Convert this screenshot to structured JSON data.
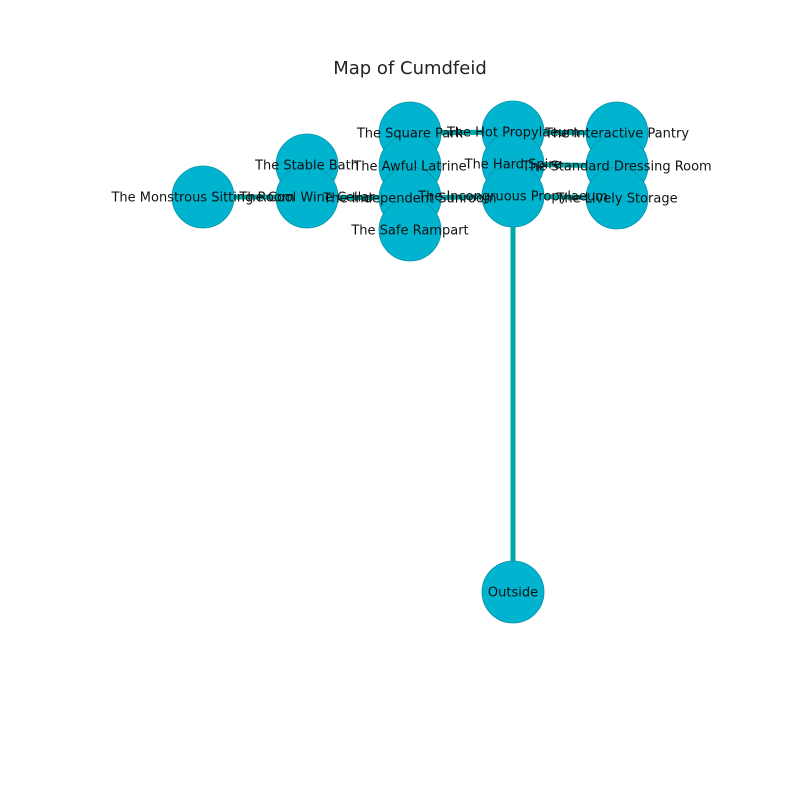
{
  "title": "Map of Cumdfeid",
  "colors": {
    "node_fill": "#00b4d0",
    "node_stroke": "#0893a8",
    "edge": "#00a7a7",
    "label": "#111111",
    "background": "#ffffff"
  },
  "nodes": [
    {
      "id": "monstrous",
      "label": "The Monstrous Sitting Room"
    },
    {
      "id": "stable",
      "label": "The Stable Bath"
    },
    {
      "id": "cool",
      "label": "The Cool Wine Cellar"
    },
    {
      "id": "square",
      "label": "The Square Park"
    },
    {
      "id": "awful",
      "label": "The Awful Latrine"
    },
    {
      "id": "independent",
      "label": "The Independent Sunroom"
    },
    {
      "id": "safe",
      "label": "The Safe Rampart"
    },
    {
      "id": "hot",
      "label": "The Hot Propylaeum"
    },
    {
      "id": "hard",
      "label": "The Hard Spire"
    },
    {
      "id": "incongruous",
      "label": "The Incongruous Propylaeum"
    },
    {
      "id": "interactive",
      "label": "The Interactive Pantry"
    },
    {
      "id": "standard",
      "label": "The Standard Dressing Room"
    },
    {
      "id": "lively",
      "label": "The Lively Storage"
    },
    {
      "id": "outside",
      "label": "Outside"
    }
  ],
  "edges": [
    [
      "monstrous",
      "cool"
    ],
    [
      "stable",
      "cool"
    ],
    [
      "cool",
      "independent"
    ],
    [
      "square",
      "hot"
    ],
    [
      "hot",
      "interactive"
    ],
    [
      "hard",
      "standard"
    ],
    [
      "independent",
      "incongruous"
    ],
    [
      "incongruous",
      "lively"
    ],
    [
      "incongruous",
      "outside"
    ]
  ]
}
